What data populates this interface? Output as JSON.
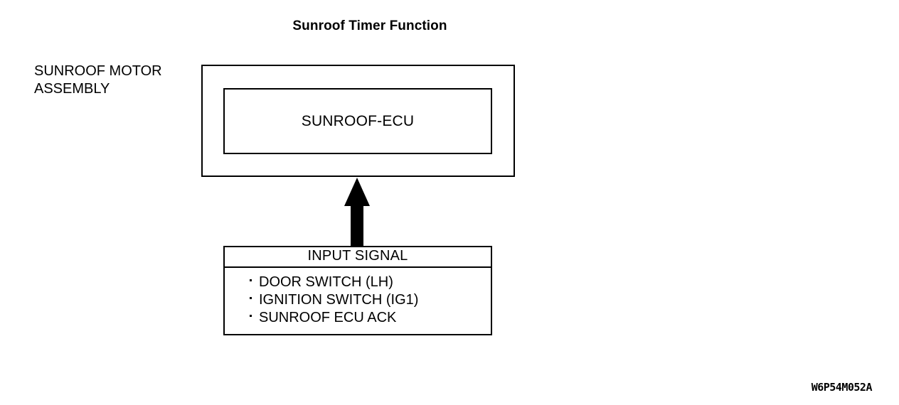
{
  "diagram": {
    "title": "Sunroof Timer Function",
    "figure_code": "W6P54M052A",
    "assembly": {
      "label_line_1": "SUNROOF MOTOR",
      "label_line_2": "ASSEMBLY",
      "ecu_label": "SUNROOF-ECU"
    },
    "arrow": {
      "name": "input-signal-arrow",
      "direction": "up",
      "color": "#000000"
    },
    "input_signal": {
      "header": "INPUT SIGNAL",
      "items": [
        "DOOR SWITCH (LH)",
        "IGNITION SWITCH (IG1)",
        "SUNROOF ECU ACK"
      ]
    },
    "colors": {
      "background": "#ffffff",
      "line": "#000000",
      "text": "#000000"
    }
  }
}
